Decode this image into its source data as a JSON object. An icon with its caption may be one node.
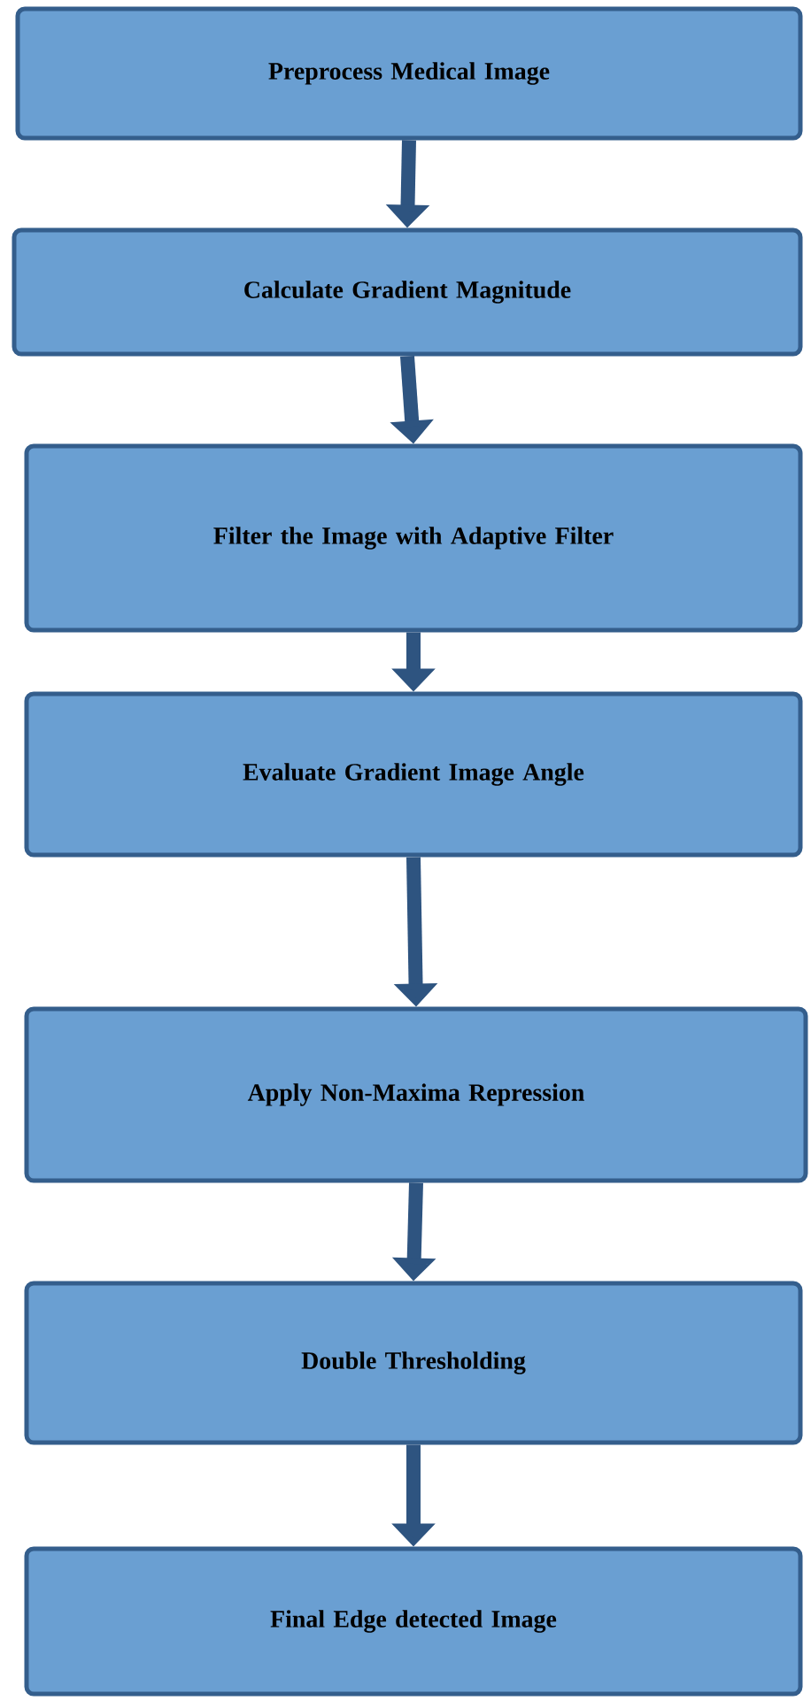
{
  "diagram": {
    "nodes": [
      {
        "text": [
          "Preprocess Medical Image"
        ]
      },
      {
        "text": [
          "Calculate Gradient Magnitude"
        ]
      },
      {
        "text": [
          "Filter the Image with Adaptive Filter"
        ]
      },
      {
        "text": [
          "Evaluate Gradient Image Angle"
        ]
      },
      {
        "text": [
          "Apply Non-Maxima Repression"
        ]
      },
      {
        "text": [
          "Double Thresholding"
        ]
      },
      {
        "text": [
          "Final Edge detected Image"
        ]
      }
    ],
    "edges": [
      {
        "from": 0,
        "to": 1,
        "arrow": "to"
      },
      {
        "from": 1,
        "to": 2,
        "arrow": "to"
      },
      {
        "from": 2,
        "to": 3,
        "arrow": "to"
      },
      {
        "from": 3,
        "to": 4,
        "arrow": "to"
      },
      {
        "from": 4,
        "to": 5,
        "arrow": "to"
      },
      {
        "from": 5,
        "to": 6,
        "arrow": "to"
      }
    ]
  }
}
